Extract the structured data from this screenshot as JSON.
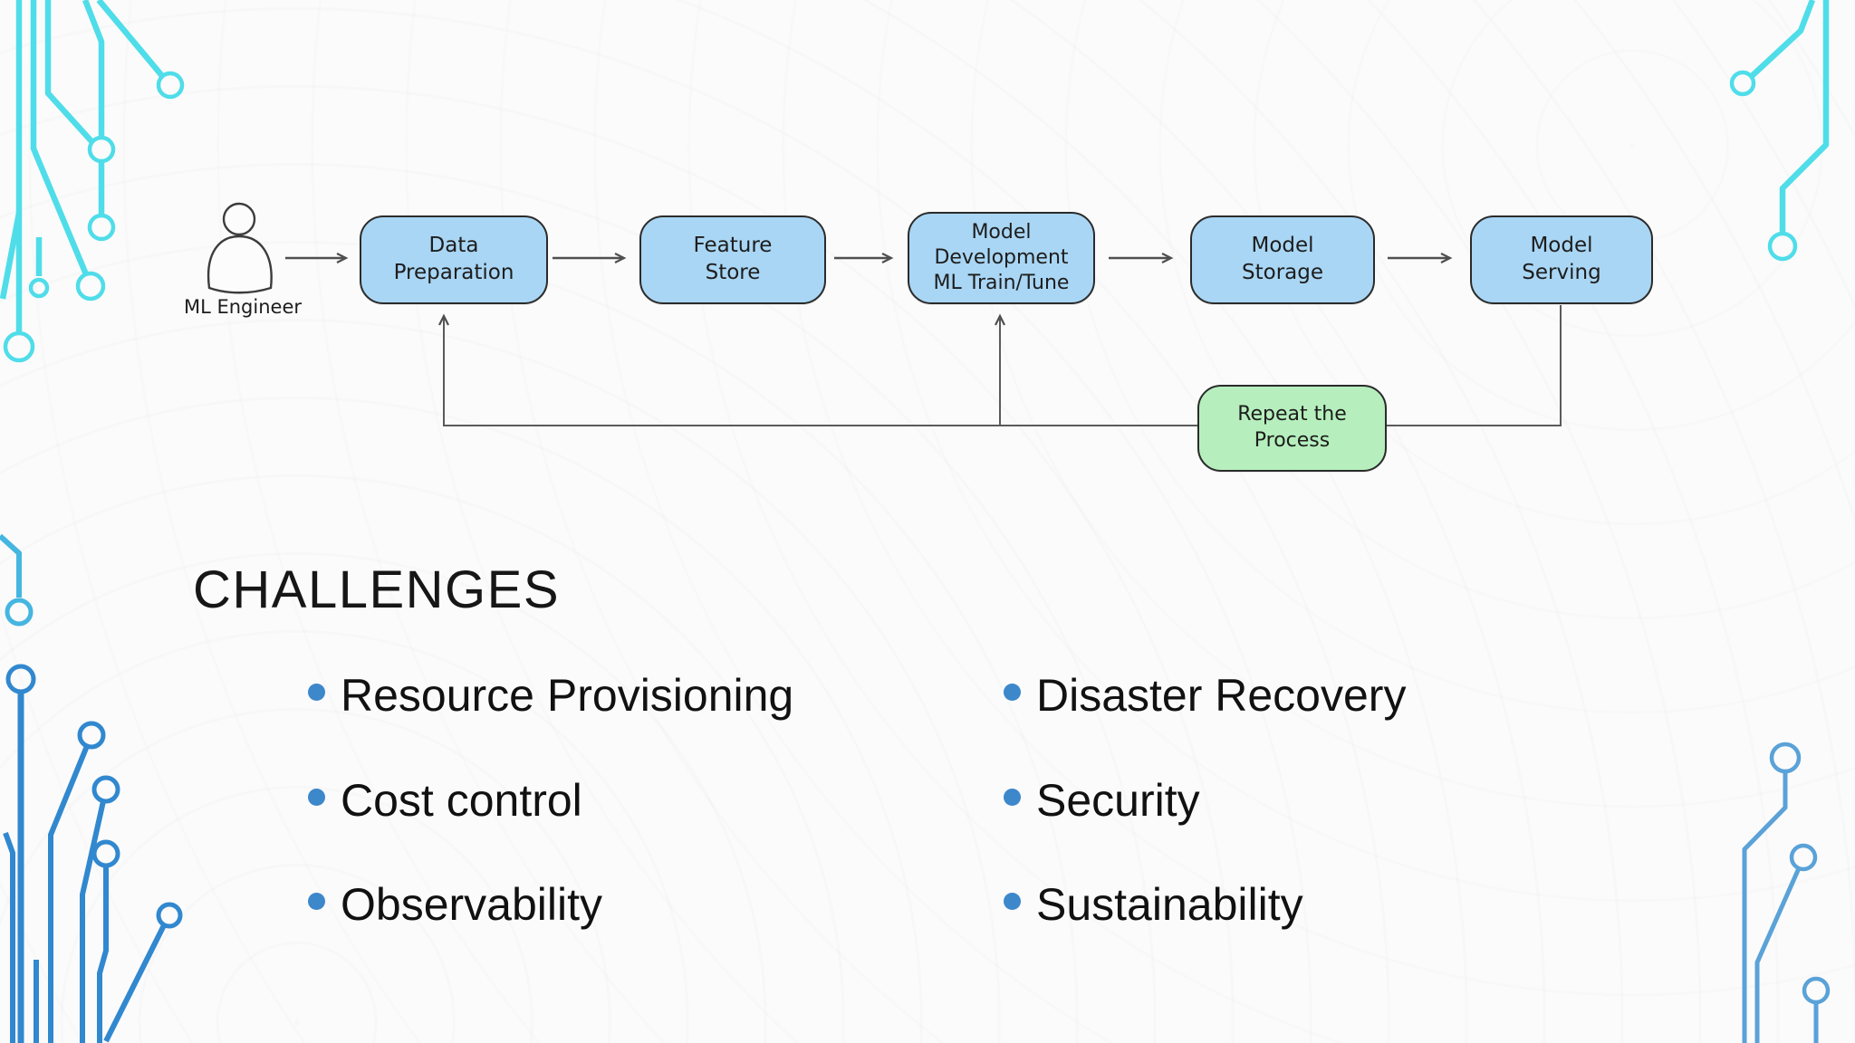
{
  "slide": {
    "title": "CHALLENGES"
  },
  "challenges": {
    "left": [
      "Resource Provisioning",
      "Cost control",
      "Observability"
    ],
    "right": [
      "Disaster Recovery",
      "Security",
      "Sustainability"
    ]
  },
  "diagram": {
    "actor_label": "ML Engineer",
    "nodes": [
      {
        "id": "data-preparation",
        "label": "Data\nPreparation"
      },
      {
        "id": "feature-store",
        "label": "Feature\nStore"
      },
      {
        "id": "model-development",
        "label": "Model\nDevelopment\nML Train/Tune"
      },
      {
        "id": "model-storage",
        "label": "Model\nStorage"
      },
      {
        "id": "model-serving",
        "label": "Model\nServing"
      }
    ],
    "repeat_node": {
      "label": "Repeat the\nProcess"
    }
  },
  "colors": {
    "node_fill": "#a9d6f4",
    "node_stroke": "#2b2b2b",
    "repeat_fill": "#b6efbd",
    "arrow": "#4f4f4f",
    "loop_line": "#5a5a5a",
    "figure_stroke": "#3c3c3c",
    "bullet": "#3d87cb",
    "title_text": "#161616",
    "body_text": "#111111",
    "label_text": "#1d1d1d",
    "trace_cyan": "#4fdde9",
    "trace_blue": "#3188cf",
    "trace_blue_light": "#45b6e0",
    "trace_blue_soft": "#5aa2d8"
  }
}
